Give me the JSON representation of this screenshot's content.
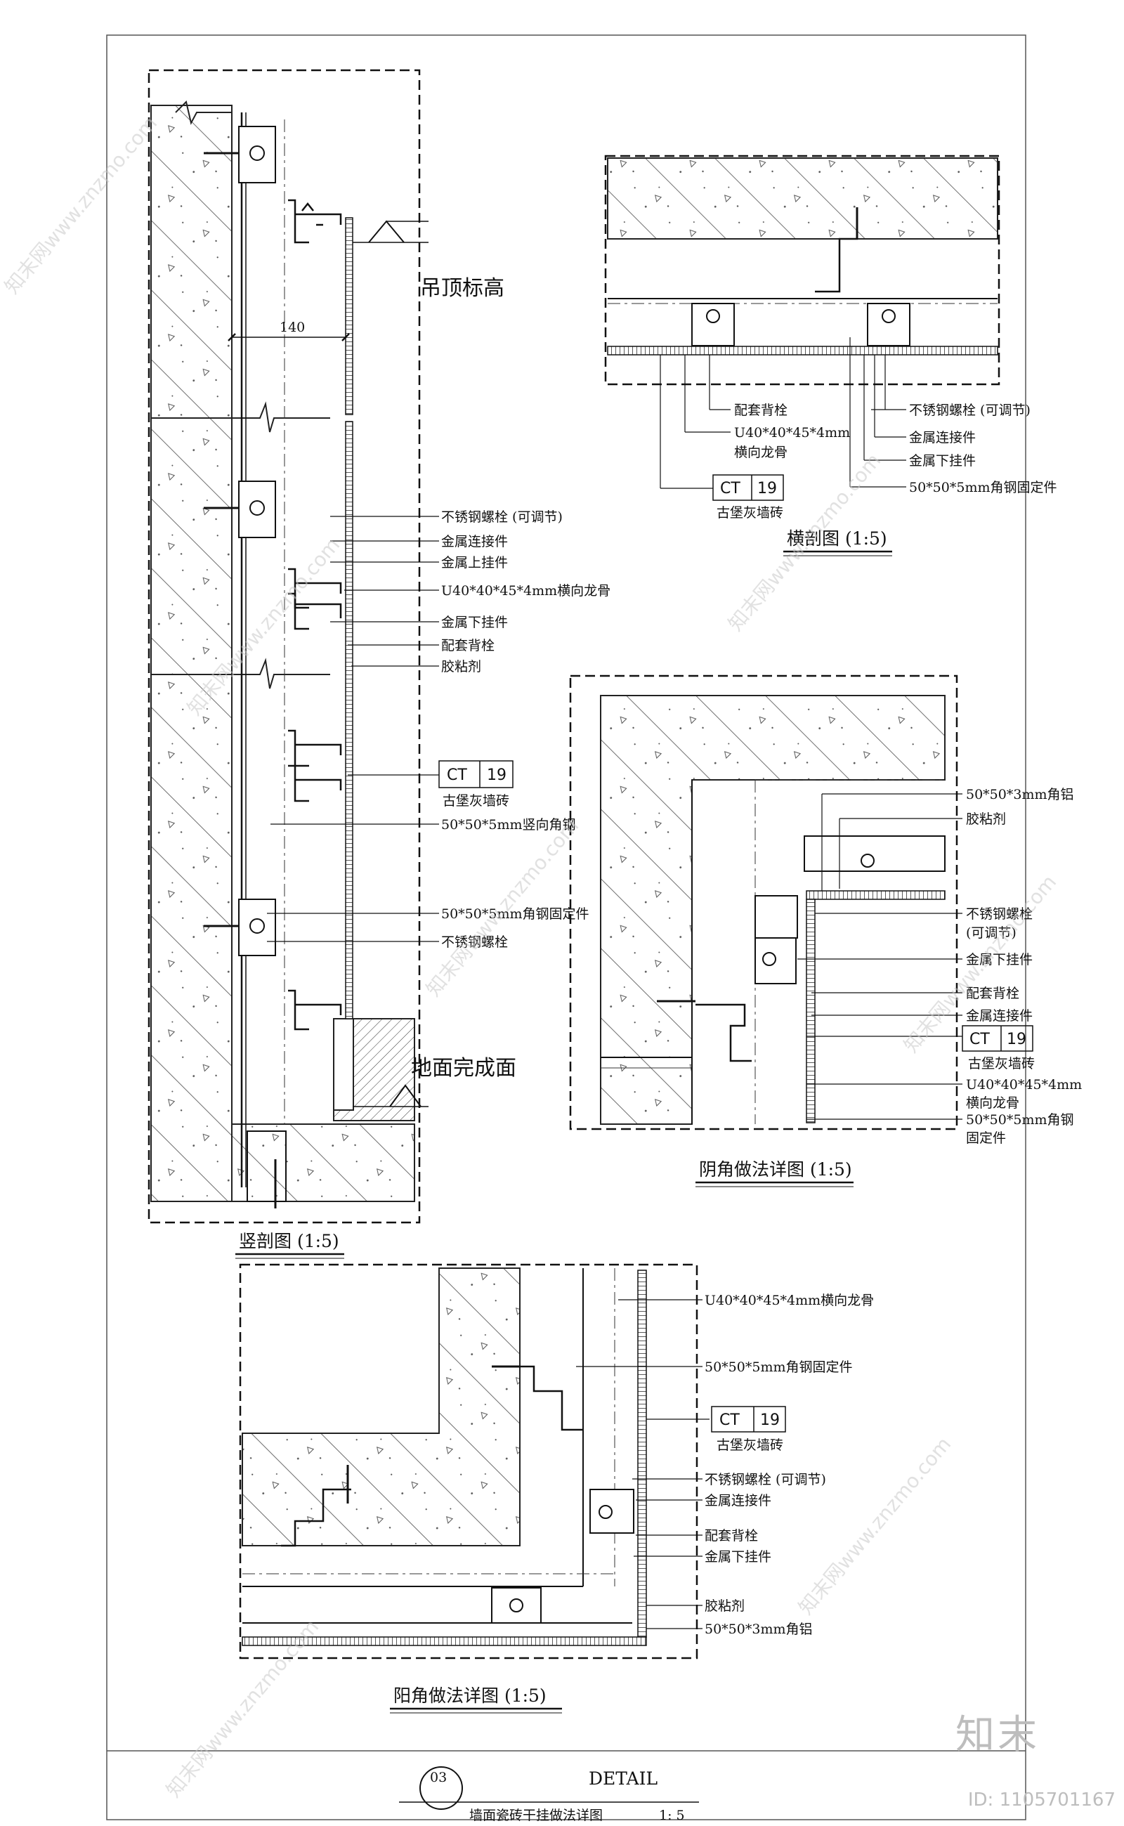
{
  "vertical_section": {
    "title": "竖剖图 (1:5)",
    "dim_140": "140",
    "ceiling_label": "吊顶标高",
    "floor_label": "地面完成面",
    "labels": [
      "不锈钢螺栓 (可调节)",
      "金属连接件",
      "金属上挂件",
      "U40*40*45*4mm横向龙骨",
      "金属下挂件",
      "配套背栓",
      "胶粘剂"
    ],
    "ct_code": "CT",
    "ct_num": "19",
    "tile_label": "古堡灰墙砖",
    "labels2": [
      "50*50*5mm竖向角钢",
      "50*50*5mm角钢固定件",
      "不锈钢螺栓"
    ]
  },
  "horizontal_section": {
    "title": "横剖图 (1:5)",
    "left_labels": [
      "配套背栓",
      "U40*40*45*4mm",
      "横向龙骨"
    ],
    "right_labels": [
      "不锈钢螺栓 (可调节)",
      "金属连接件",
      "金属下挂件",
      "50*50*5mm角钢固定件"
    ],
    "ct_code": "CT",
    "ct_num": "19",
    "tile_label": "古堡灰墙砖"
  },
  "inner_corner": {
    "title": "阴角做法详图 (1:5)",
    "labels": [
      "50*50*3mm角铝",
      "胶粘剂",
      "不锈钢螺栓",
      "(可调节)",
      "金属下挂件",
      "配套背栓",
      "金属连接件"
    ],
    "ct_code": "CT",
    "ct_num": "19",
    "tile_label": "古堡灰墙砖",
    "labels2": [
      "U40*40*45*4mm",
      "横向龙骨",
      "50*50*5mm角钢",
      "固定件"
    ]
  },
  "outer_corner": {
    "title": "阳角做法详图 (1:5)",
    "labels_top": [
      "U40*40*45*4mm横向龙骨",
      "50*50*5mm角钢固定件"
    ],
    "ct_code": "CT",
    "ct_num": "19",
    "tile_label": "古堡灰墙砖",
    "labels_bottom": [
      "不锈钢螺栓 (可调节)",
      "金属连接件",
      "配套背栓",
      "金属下挂件",
      "胶粘剂",
      "50*50*3mm角铝"
    ]
  },
  "title_block": {
    "number": "03",
    "heading": "DETAIL",
    "subtitle": "墙面瓷砖干挂做法详图",
    "scale": "1: 5"
  },
  "watermark": {
    "text": "知末网www.znzmo.com",
    "brand": "知末",
    "id": "ID: 1105701167"
  }
}
